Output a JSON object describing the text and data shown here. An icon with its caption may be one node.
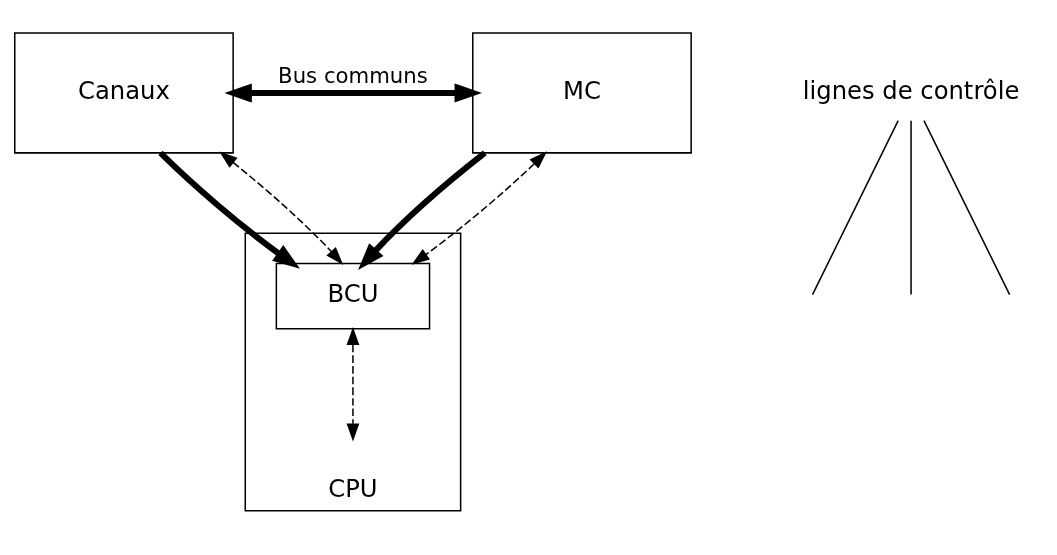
{
  "diagram": {
    "nodes": [
      {
        "text": [
          "Canaux"
        ]
      },
      {
        "text": [
          "MC"
        ]
      },
      {
        "text": [
          "CPU"
        ]
      },
      {
        "text": [
          "BCU"
        ],
        "in": 2
      },
      {
        "text": [
          "lignes de contrôle"
        ]
      }
    ],
    "edges": [
      {
        "from": 0,
        "to": 1,
        "arrow": "both",
        "label": "Bus communs",
        "style": "thick"
      },
      {
        "from": 0,
        "to": 3,
        "arrow": "to",
        "style": "thick"
      },
      {
        "from": 1,
        "to": 3,
        "arrow": "to",
        "style": "thick"
      },
      {
        "from": 0,
        "to": 3,
        "arrow": "both",
        "style": "dashed"
      },
      {
        "from": 1,
        "to": 3,
        "arrow": "both",
        "style": "dashed"
      },
      {
        "from": 3,
        "to": 2,
        "arrow": "both",
        "style": "dashed"
      },
      {
        "from": 4,
        "to": null,
        "arrow": "none"
      },
      {
        "from": 4,
        "to": null,
        "arrow": "none"
      },
      {
        "from": 4,
        "to": null,
        "arrow": "none"
      }
    ]
  }
}
